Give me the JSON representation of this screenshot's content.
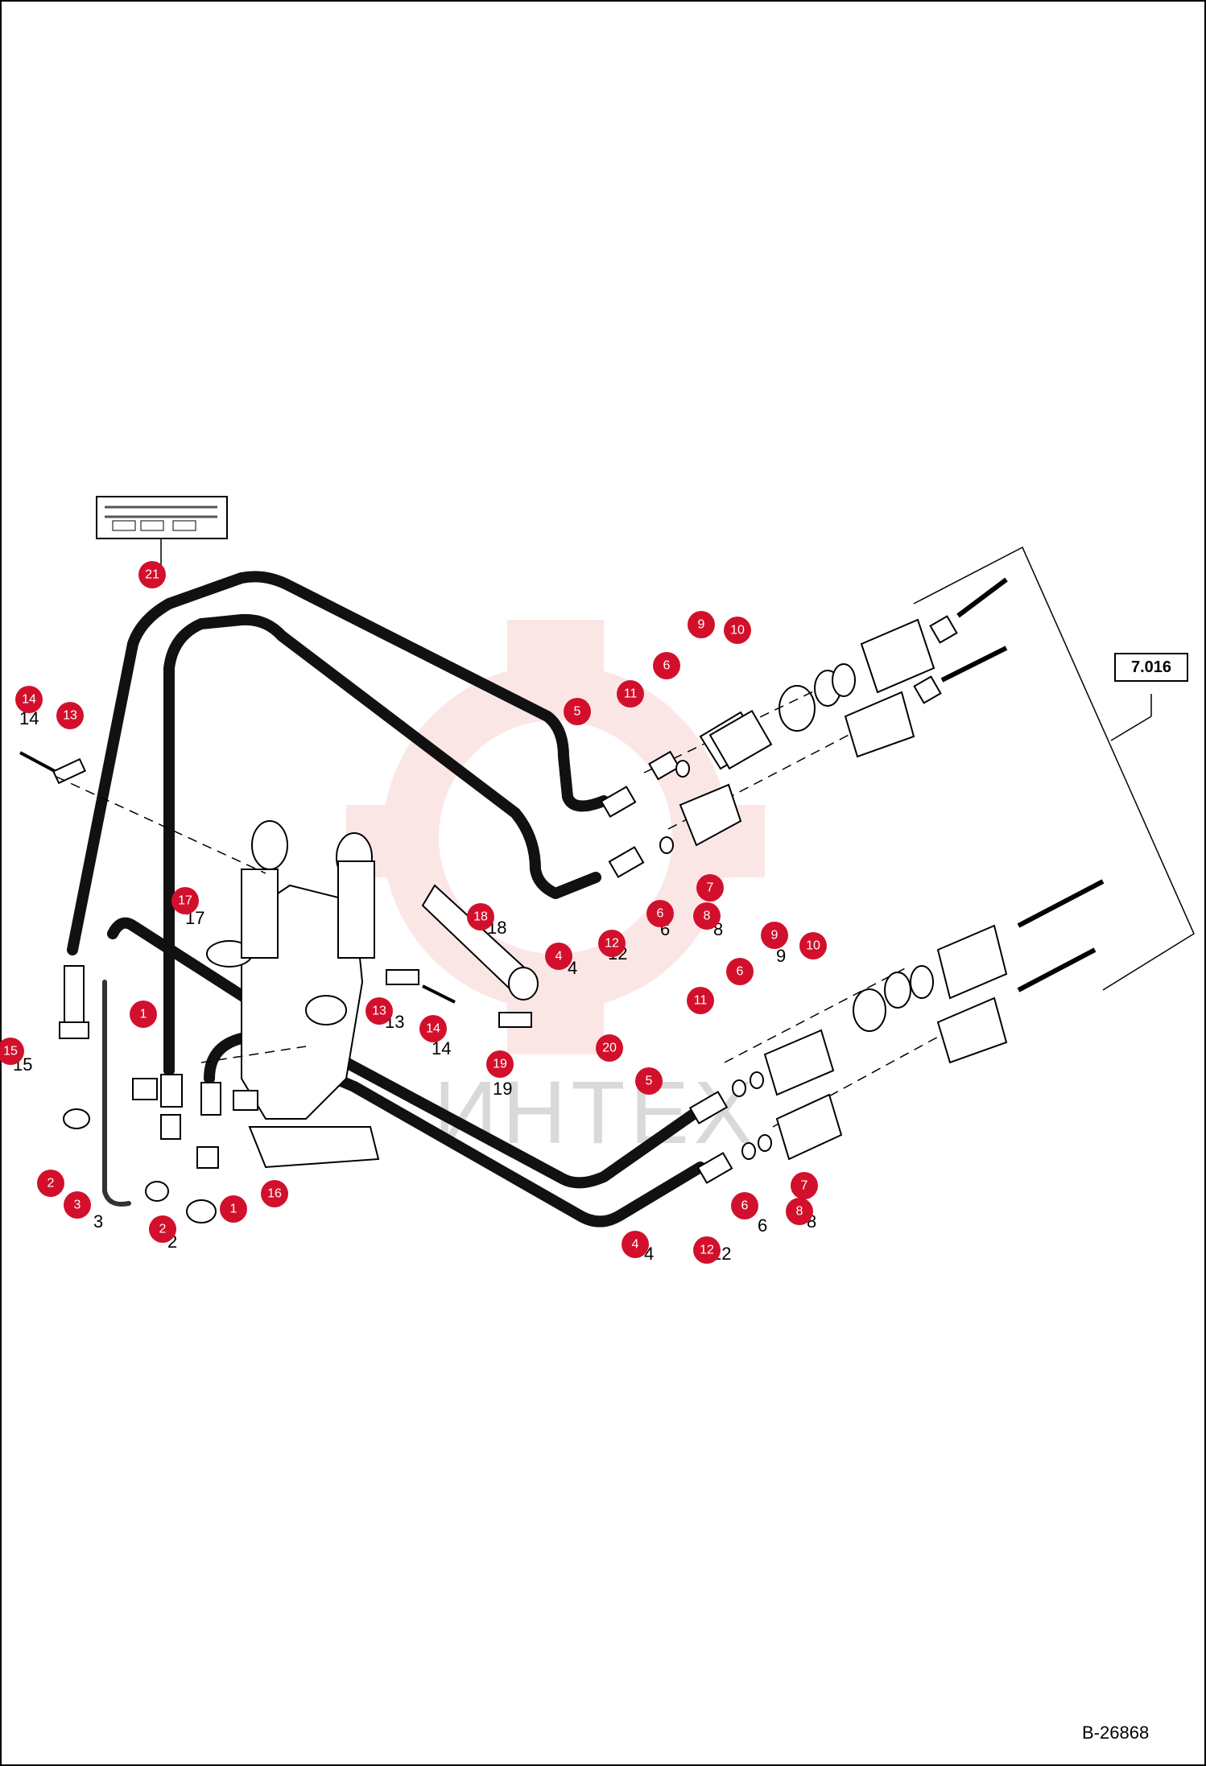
{
  "drawing_code": "B-26868",
  "reference_box": "7.016",
  "watermark": {
    "text": "ИНТЕХ",
    "color": "#f4b8b8"
  },
  "callout_color": "#d2102c",
  "callouts": [
    "1",
    "1",
    "2",
    "2",
    "3",
    "4",
    "4",
    "5",
    "5",
    "6",
    "6",
    "6",
    "6",
    "7",
    "7",
    "8",
    "8",
    "9",
    "9",
    "10",
    "10",
    "11",
    "11",
    "12",
    "12",
    "13",
    "13",
    "14",
    "14",
    "15",
    "16",
    "17",
    "18",
    "19",
    "20",
    "21"
  ],
  "part_labels": [
    "14",
    "17",
    "18",
    "13",
    "14",
    "19",
    "15",
    "3",
    "2",
    "4",
    "4",
    "12",
    "6",
    "8",
    "6",
    "8",
    "9",
    "12"
  ]
}
